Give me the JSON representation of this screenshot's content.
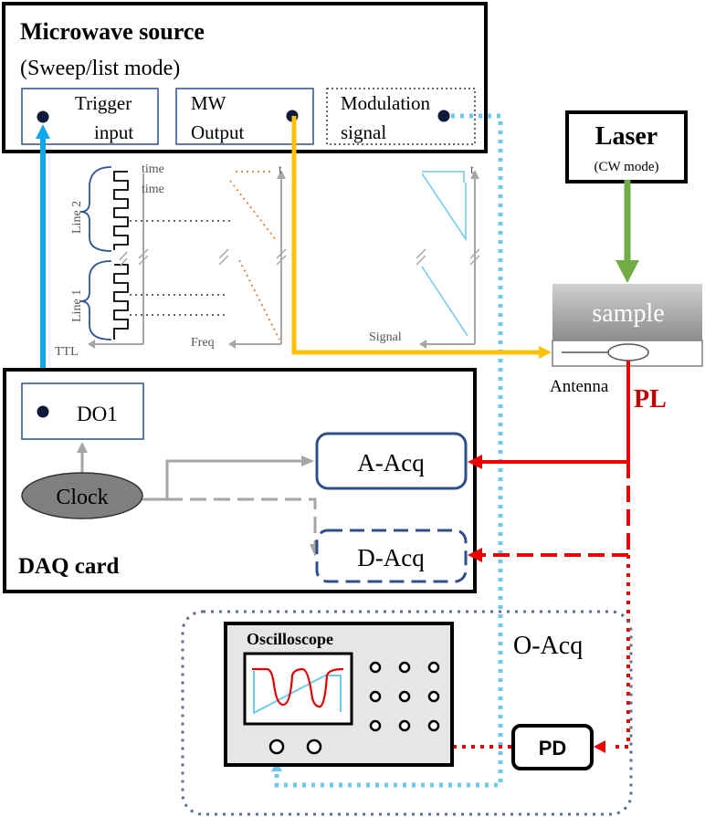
{
  "microwave_source": {
    "title": "Microwave source",
    "subtitle": "(Sweep/list mode)",
    "trigger_label_1": "Trigger",
    "trigger_label_2": "input",
    "mw_label_1": "MW",
    "mw_label_2": "Output",
    "mod_label_1": "Modulation",
    "mod_label_2": "signal"
  },
  "laser": {
    "title": "Laser",
    "mode": "(CW mode)"
  },
  "sample": {
    "label": "sample",
    "antenna": "Antenna"
  },
  "pl_label": "PL",
  "timing": {
    "time_label_1": "time",
    "time_label_2": "time",
    "line2": "Line 2",
    "line1": "Line 1",
    "ttl": "TTL",
    "t_label_freq": "t",
    "freq": "Freq",
    "t_label_signal": "t",
    "signal": "Signal"
  },
  "daq": {
    "title": "DAQ card",
    "do1": "DO1",
    "clock": "Clock",
    "a_acq": "A-Acq",
    "d_acq": "D-Acq"
  },
  "oscilloscope": {
    "title": "Oscilloscope",
    "o_acq": "O-Acq",
    "pd": "PD"
  },
  "colors": {
    "trigger_blue": "#10a8e8",
    "mod_blue": "#6ec8f0",
    "mw_yellow": "#ffc000",
    "laser_green": "#70ad47",
    "pl_red": "#ee0000",
    "pl_text_red": "#c00000",
    "navy": "#2f4f8a",
    "gray": "#a6a6a6",
    "orange": "#ed7d31"
  }
}
